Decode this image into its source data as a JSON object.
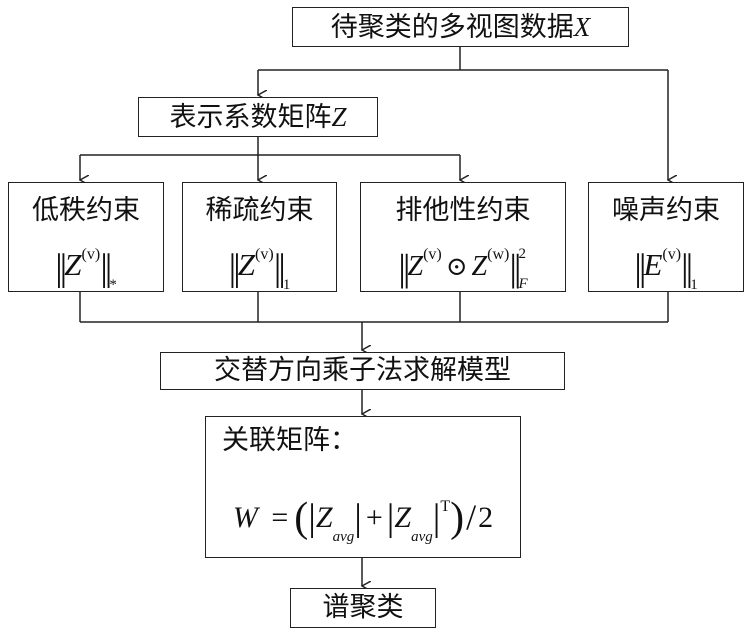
{
  "nodes": {
    "input": {
      "text": "待聚类的多视图数据",
      "var": "X"
    },
    "rep": {
      "text": "表示系数矩阵",
      "var": "Z"
    },
    "lowrank": {
      "title": "低秩约束",
      "sym": "Z",
      "sup": "(v)",
      "sub": "*"
    },
    "sparse": {
      "title": "稀疏约束",
      "sym": "Z",
      "sup": "(v)",
      "sub": "1"
    },
    "exclusive": {
      "title": "排他性约束",
      "sym1": "Z",
      "sup1": "(v)",
      "op": "⊙",
      "sym2": "Z",
      "sup2": "(w)",
      "sub": "F",
      "pow": "2"
    },
    "noise": {
      "title": "噪声约束",
      "sym": "E",
      "sup": "(v)",
      "sub": "1"
    },
    "admm": {
      "text": "交替方向乘子法求解模型"
    },
    "affinity": {
      "title": "关联矩阵：",
      "lhs": "W",
      "eq": "=",
      "z": "Z",
      "zsub": "avg",
      "plus": "+",
      "tsup": "T",
      "div": "2"
    },
    "spectral": {
      "text": "谱聚类"
    }
  },
  "colors": {
    "line": "#222222",
    "text": "#111111",
    "background": "#ffffff"
  }
}
